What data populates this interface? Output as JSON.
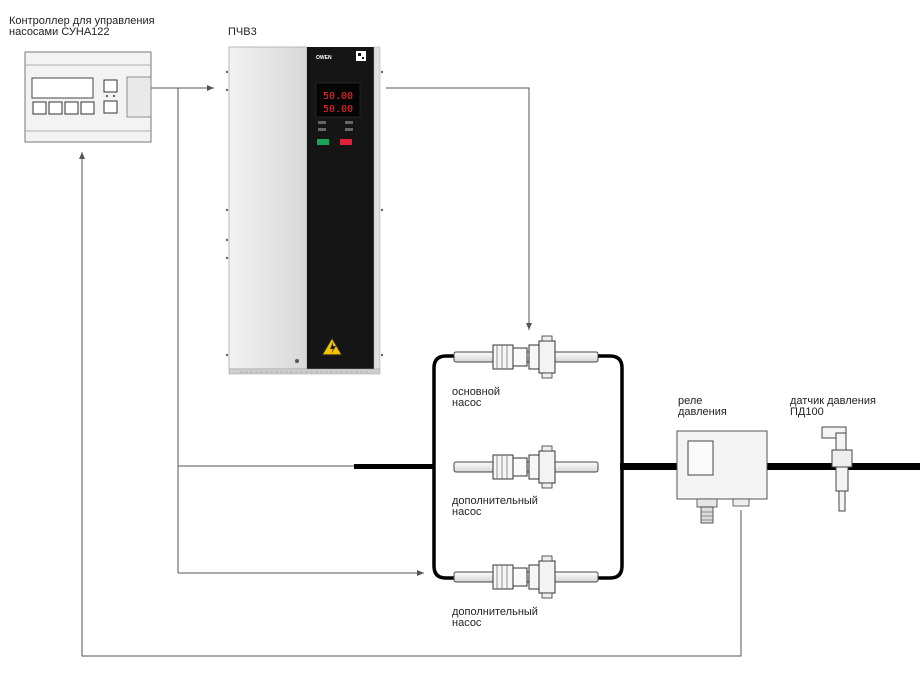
{
  "controller": {
    "label_line1": "Контроллер для управления",
    "label_line2": "насосами СУНА122"
  },
  "inverter": {
    "label": "ПЧВ3",
    "brand": "OWEN",
    "display_top": "50.00",
    "display_bottom": "50.00"
  },
  "pumps": [
    {
      "label_line1": "основной",
      "label_line2": "насос"
    },
    {
      "label_line1": "дополнительный",
      "label_line2": "насос"
    },
    {
      "label_line1": "дополнительный",
      "label_line2": "насос"
    }
  ],
  "pressure_relay": {
    "label_line1": "реле",
    "label_line2": "давления"
  },
  "pressure_sensor": {
    "label_line1": "датчик давления",
    "label_line2": "ПД100"
  },
  "colors": {
    "line": "#555555",
    "pipe": "#000000",
    "warning": "#f5c400",
    "display_red": "#ff2a2a",
    "btn_green": "#1aa35a",
    "btn_red": "#e0203a"
  }
}
